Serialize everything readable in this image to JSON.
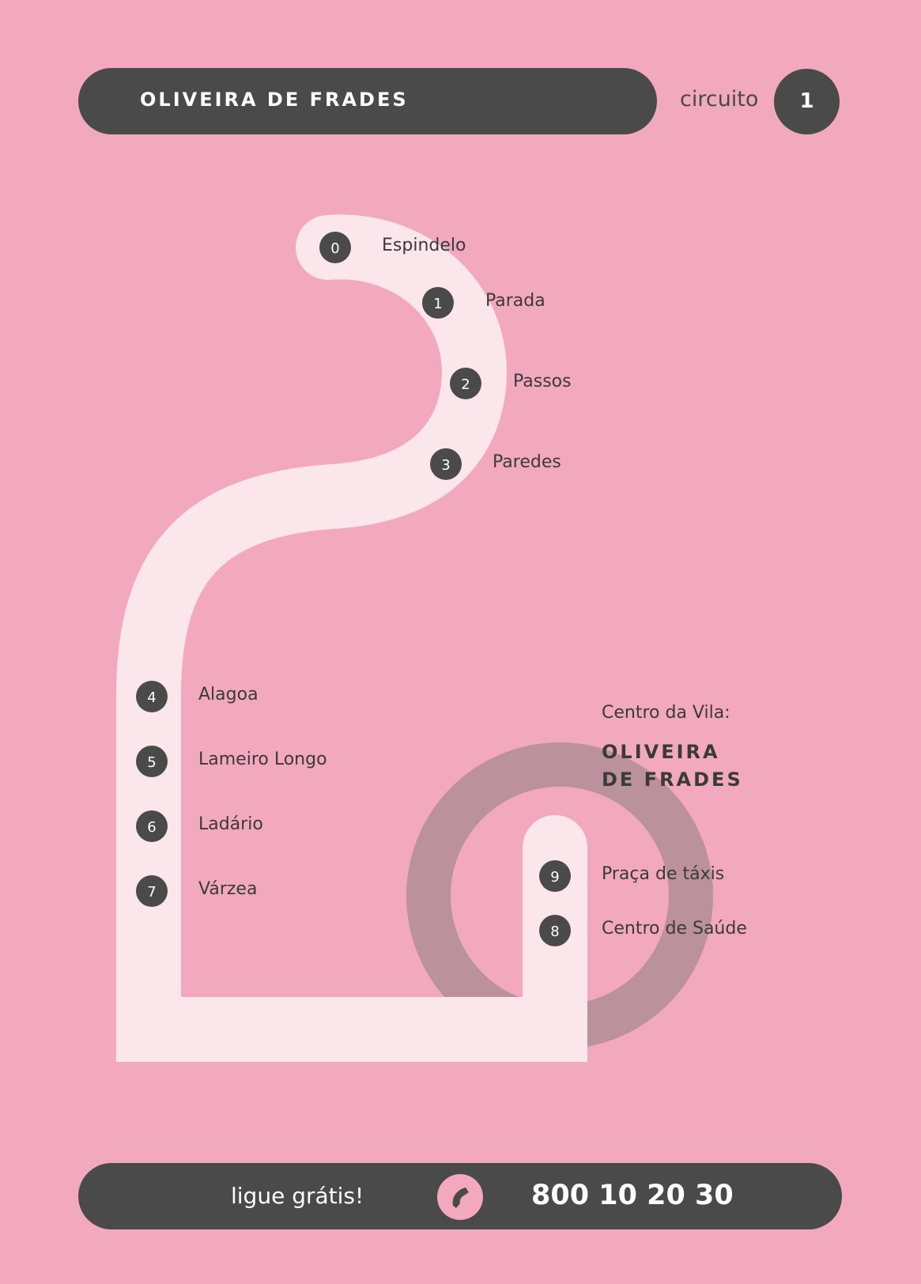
{
  "header": {
    "title": "OLIVEIRA DE FRADES",
    "circuit_label": "circuito",
    "circuit_number": "1"
  },
  "stops": [
    {
      "number": "0",
      "name": "Espindelo"
    },
    {
      "number": "1",
      "name": "Parada"
    },
    {
      "number": "2",
      "name": "Passos"
    },
    {
      "number": "3",
      "name": "Paredes"
    },
    {
      "number": "4",
      "name": "Alagoa"
    },
    {
      "number": "5",
      "name": "Lameiro Longo"
    },
    {
      "number": "6",
      "name": "Ladário"
    },
    {
      "number": "7",
      "name": "Várzea"
    },
    {
      "number": "9",
      "name": "Praça de táxis"
    },
    {
      "number": "8",
      "name": "Centro de Saúde"
    }
  ],
  "center": {
    "label": "Centro da Vila:",
    "name_line1": "OLIVEIRA",
    "name_line2": "DE FRADES"
  },
  "footer": {
    "call_text": "ligue grátis!",
    "phone_number": "800 10 20 30",
    "phone_icon": "phone-icon"
  },
  "colors": {
    "background": "#f3a9bd",
    "dark": "#4a4a4a",
    "route": "#fbe6ec"
  }
}
